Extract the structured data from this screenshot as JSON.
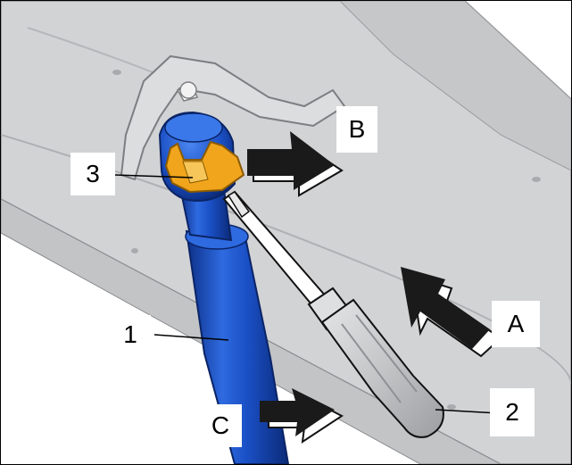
{
  "callouts": {
    "part_1": "1",
    "part_2": "2",
    "part_3": "3",
    "arrow_a": "A",
    "arrow_b": "B",
    "arrow_c": "C"
  },
  "colors": {
    "strut_blue": "#1a4fc4",
    "clip_orange": "#f0a51c",
    "panel_gray": "#d2d3d5",
    "panel_dark": "#bfc0c2",
    "arrow_fill": "#1a1a1a",
    "tool_handle": "#c9cacc"
  }
}
